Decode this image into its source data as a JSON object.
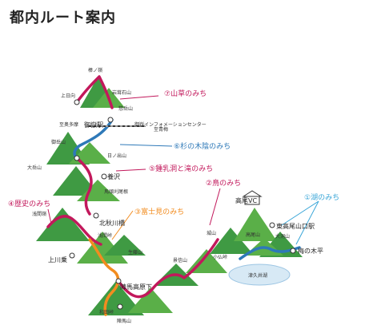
{
  "page": {
    "title": "都内ルート案内"
  },
  "colors": {
    "mountain": "#3f9a43",
    "mountain_light": "#8fcf7a",
    "route_magenta": "#c2185b",
    "route_blue": "#2e79b8",
    "route_orange": "#f28c1f",
    "route_cyan": "#3aa6d8",
    "lake": "#d7e9f5"
  },
  "routes": [
    {
      "label": "⑦山草のみち",
      "color": "#c2185b"
    },
    {
      "label": "⑥杉の木陰のみち",
      "color": "#2e79b8"
    },
    {
      "label": "⑤鍾乳洞と滝のみち",
      "color": "#c2185b"
    },
    {
      "label": "④歴史のみち",
      "color": "#c2185b"
    },
    {
      "label": "③富士見のみち",
      "color": "#f28c1f"
    },
    {
      "label": "②鳥のみち",
      "color": "#c2185b"
    },
    {
      "label": "①湖のみち",
      "color": "#3aa6d8"
    }
  ],
  "places": {
    "p1": "棒ノ嶺",
    "p2": "岩茸石山",
    "p3": "上日向",
    "p4": "惣岳山",
    "p5": "至奥多摩",
    "p6": "御嶽駅",
    "p7": "御嶽インフォメーションセンター",
    "p8": "至青梅",
    "p9": "御岳山",
    "p10": "日ノ出山",
    "p11": "大岳山",
    "p12": "養沢",
    "p13": "馬頭刈尾根",
    "p14": "浅間嶺",
    "p15": "北秋川橋",
    "p16": "浅間峠",
    "p17": "上川乗",
    "p18": "生藤山",
    "p19": "陣馬高原下",
    "p20": "和田峠",
    "p21": "陣馬山",
    "p22": "景信山",
    "p23": "城山",
    "p24": "小仏峠",
    "p25": "高尾VC",
    "p26": "高尾山",
    "p27": "大洞山",
    "p28": "東高尾山口駅",
    "p29": "梅の木平",
    "p30": "津久井湖"
  }
}
